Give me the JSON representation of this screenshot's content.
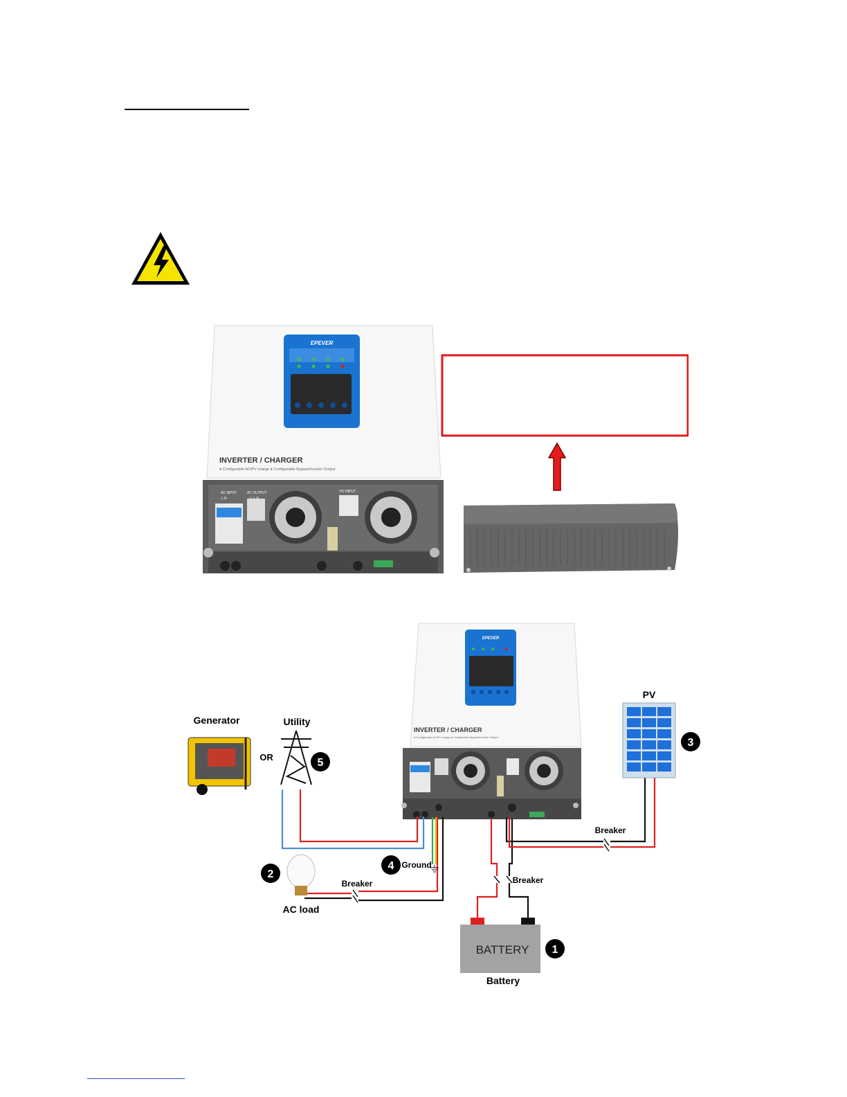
{
  "figure1": {
    "brand": "EPEVER",
    "product_label": "INVERTER / CHARGER",
    "product_features": "● Configurable AC/PV charge   ● Configurable Bypass/Inverter Output",
    "terminal_labels": {
      "ac_input": "AC INPUT",
      "ac_input_ln": "L    N",
      "ac_output": "AC OUTPUT",
      "ac_output_ln": "⏚  L  N",
      "pv_input": "PV INPUT"
    }
  },
  "figure2": {
    "brand": "EPEVER",
    "product_label": "INVERTER / CHARGER",
    "product_features": "● Configurable AC/PV charge   ● Configurable Bypass/Inverter Output",
    "labels": {
      "generator": "Generator",
      "utility": "Utility",
      "or": "OR",
      "pv": "PV",
      "breaker_pv": "Breaker",
      "breaker_battery": "Breaker",
      "breaker_ac": "Breaker",
      "ground": "Ground",
      "ac_load": "AC load",
      "battery_box": "BATTERY",
      "battery": "Battery"
    },
    "markers": [
      "1",
      "2",
      "3",
      "4",
      "5"
    ]
  },
  "colors": {
    "accent_blue": "#1a73d0",
    "alert_red": "#e21b1b",
    "wire_red": "#e02020",
    "wire_blue": "#4a8ed8",
    "wire_black": "#111111",
    "warning_yellow": "#f5e400"
  }
}
